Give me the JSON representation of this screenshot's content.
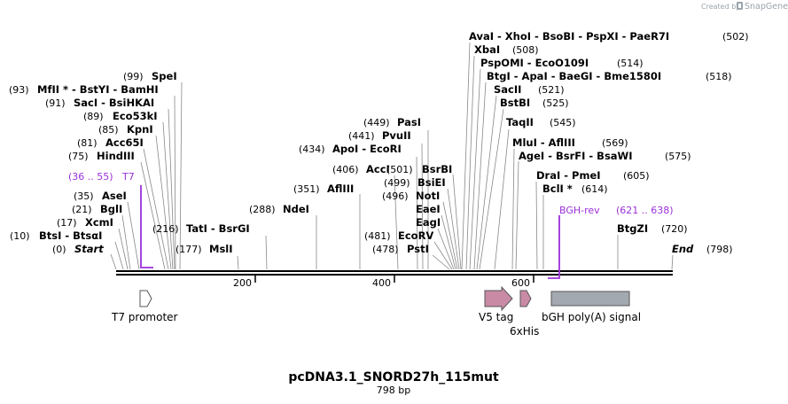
{
  "brand": {
    "created_by": "Created by",
    "name": "SnapGene"
  },
  "sequence": {
    "name": "pcDNA3.1_SNORD27h_115mut",
    "length_label": "798 bp",
    "length": 798
  },
  "ruler": {
    "ticks": [
      "200",
      "400",
      "600"
    ]
  },
  "sites": [
    {
      "pos": "(0)",
      "name": "Start"
    },
    {
      "pos": "(10)",
      "name": "BtsI - BtsαI"
    },
    {
      "pos": "(17)",
      "name": "XcmI"
    },
    {
      "pos": "(21)",
      "name": "BglI"
    },
    {
      "pos": "(35)",
      "name": "AseI"
    },
    {
      "pos": "(75)",
      "name": "HindIII"
    },
    {
      "pos": "(81)",
      "name": "Acc65I"
    },
    {
      "pos": "(85)",
      "name": "KpnI"
    },
    {
      "pos": "(89)",
      "name": "Eco53kI"
    },
    {
      "pos": "(91)",
      "name": "SacI - BsiHKAI"
    },
    {
      "pos": "(93)",
      "name": "MfII * - BstYI - BamHI"
    },
    {
      "pos": "(99)",
      "name": "SpeI"
    },
    {
      "pos": "(177)",
      "name": "MslI"
    },
    {
      "pos": "(216)",
      "name": "TatI - BsrGI"
    },
    {
      "pos": "(288)",
      "name": "NdeI"
    },
    {
      "pos": "(351)",
      "name": "AflIII"
    },
    {
      "pos": "(406)",
      "name": "AccI"
    },
    {
      "pos": "(434)",
      "name": "ApoI - EcoRI"
    },
    {
      "pos": "(441)",
      "name": "PvuII"
    },
    {
      "pos": "(449)",
      "name": "PasI"
    },
    {
      "pos": "(478)",
      "name": "PstI"
    },
    {
      "pos": "(481)",
      "name": "EcoRV"
    },
    {
      "pos": "",
      "name": "EagI"
    },
    {
      "pos": "",
      "name": "EaeI"
    },
    {
      "pos": "(496)",
      "name": "NotI"
    },
    {
      "pos": "(499)",
      "name": "BsiEI"
    },
    {
      "pos": "(501)",
      "name": "BsrBI"
    },
    {
      "pos": "(502)",
      "name": "AvaI - XhoI - BsoBI - PspXI - PaeR7I"
    },
    {
      "pos": "(508)",
      "name": "XbaI"
    },
    {
      "pos": "(514)",
      "name": "PspOMI - EcoO109I"
    },
    {
      "pos": "(518)",
      "name": "BtgI - ApaI - BaeGI - Bme1580I"
    },
    {
      "pos": "(521)",
      "name": "SacII"
    },
    {
      "pos": "(525)",
      "name": "BstBI"
    },
    {
      "pos": "(545)",
      "name": "TaqII"
    },
    {
      "pos": "(569)",
      "name": "MluI - AflIII"
    },
    {
      "pos": "(575)",
      "name": "AgeI - BsrFI - BsaWI"
    },
    {
      "pos": "(605)",
      "name": "DraI - PmeI"
    },
    {
      "pos": "(614)",
      "name": "BclI *"
    },
    {
      "pos": "(720)",
      "name": "BtgZI"
    },
    {
      "pos": "(798)",
      "name": "End"
    }
  ],
  "primers": [
    {
      "name": "T7",
      "range": "(36 .. 55)"
    },
    {
      "name": "BGH-rev",
      "range": "(621 .. 638)"
    }
  ],
  "features": [
    {
      "name": "T7 promoter"
    },
    {
      "name": "V5 tag"
    },
    {
      "name": "6xHis"
    },
    {
      "name": "bGH poly(A) signal"
    }
  ],
  "colors": {
    "primer": "#9b30d9",
    "v5": "#c98aa6",
    "bgh": "#a3a9b0",
    "backbone": "#000000"
  }
}
